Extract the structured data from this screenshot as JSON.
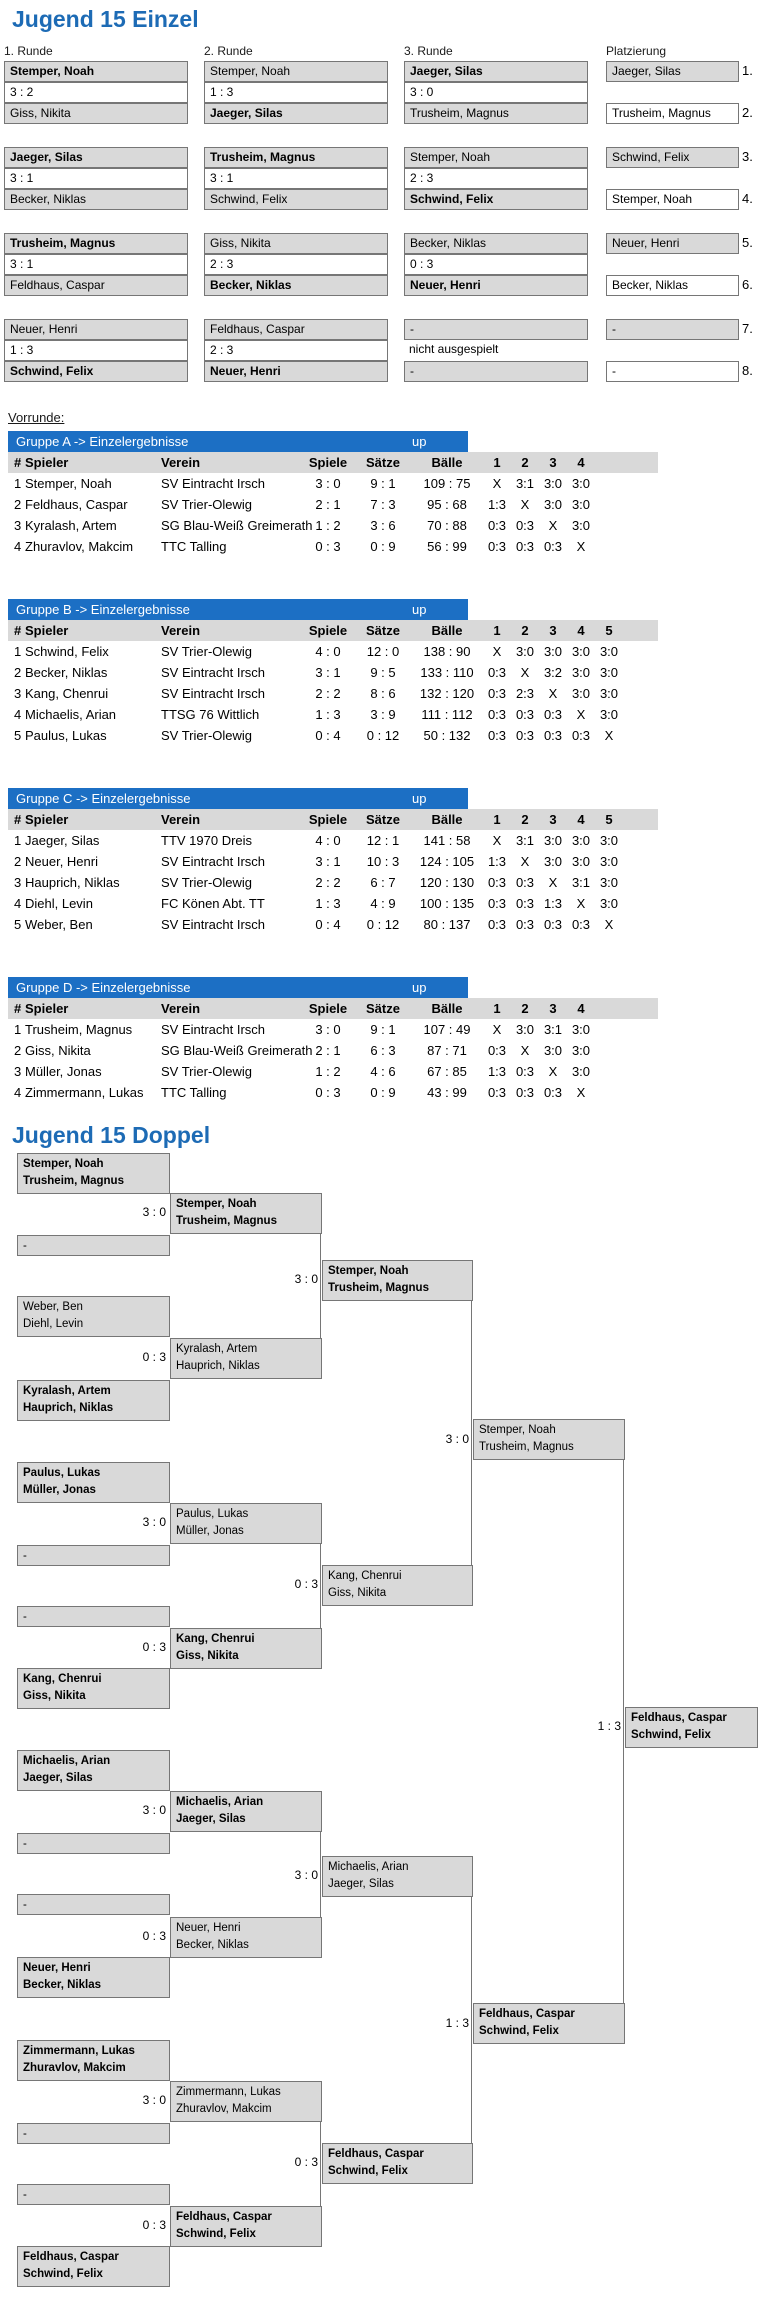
{
  "colors": {
    "accent_blue": "#1d6bb5",
    "bar_blue": "#1c6fc4",
    "box_gray": "#d9d9d9"
  },
  "einzel": {
    "title": "Jugend 15 Einzel",
    "cols": [
      "1. Runde",
      "2. Runde",
      "3. Runde",
      "Platzierung"
    ],
    "r1": [
      {
        "p1": "Stemper, Noah",
        "s": "3 : 2",
        "p2": "Giss, Nikita"
      },
      {
        "p1": "Jaeger, Silas",
        "s": "3 : 1",
        "p2": "Becker, Niklas"
      },
      {
        "p1": "Trusheim, Magnus",
        "s": "3 : 1",
        "p2": "Feldhaus, Caspar"
      },
      {
        "p1": "Neuer, Henri",
        "s": "1 : 3",
        "p2": "Schwind, Felix"
      }
    ],
    "r2": [
      {
        "p1": "Stemper, Noah",
        "s": "1 : 3",
        "p2": "Jaeger, Silas"
      },
      {
        "p1": "Trusheim, Magnus",
        "s": "3 : 1",
        "p2": "Schwind, Felix"
      },
      {
        "p1": "Giss, Nikita",
        "s": "2 : 3",
        "p2": "Becker, Niklas"
      },
      {
        "p1": "Feldhaus, Caspar",
        "s": "2 : 3",
        "p2": "Neuer, Henri"
      }
    ],
    "r3": [
      {
        "p1": "Jaeger, Silas",
        "s": "3 : 0",
        "p2": "Trusheim, Magnus"
      },
      {
        "p1": "Stemper, Noah",
        "s": "2 : 3",
        "p2": "Schwind, Felix"
      },
      {
        "p1": "Becker, Niklas",
        "s": "0 : 3",
        "p2": "Neuer, Henri"
      },
      {
        "p1": "-",
        "s": "nicht ausgespielt",
        "p2": "-"
      }
    ],
    "plz": [
      {
        "rank": "1.",
        "name": "Jaeger, Silas"
      },
      {
        "rank": "2.",
        "name": "Trusheim, Magnus"
      },
      {
        "rank": "3.",
        "name": "Schwind, Felix"
      },
      {
        "rank": "4.",
        "name": "Stemper, Noah"
      },
      {
        "rank": "5.",
        "name": "Neuer, Henri"
      },
      {
        "rank": "6.",
        "name": "Becker, Niklas"
      },
      {
        "rank": "7.",
        "name": "-"
      },
      {
        "rank": "8.",
        "name": "-"
      }
    ]
  },
  "vorrunde": {
    "heading": "Vorrunde:",
    "up": "up",
    "headers": {
      "num": "#",
      "player": "Spieler",
      "club": "Verein",
      "games": "Spiele",
      "sets": "Sätze",
      "balls": "Bälle"
    },
    "groups": [
      {
        "title": "Gruppe A -> Einzelergebnisse",
        "opp": [
          "1",
          "2",
          "3",
          "4"
        ],
        "rows": [
          {
            "num": "1",
            "player": "Stemper, Noah",
            "club": "SV Eintracht Irsch",
            "games": "3 : 0",
            "sets": "9 : 1",
            "balls": "109 : 75",
            "res": [
              "X",
              "3:1",
              "3:0",
              "3:0"
            ]
          },
          {
            "num": "2",
            "player": "Feldhaus, Caspar",
            "club": "SV Trier-Olewig",
            "games": "2 : 1",
            "sets": "7 : 3",
            "balls": "95 : 68",
            "res": [
              "1:3",
              "X",
              "3:0",
              "3:0"
            ]
          },
          {
            "num": "3",
            "player": "Kyralash, Artem",
            "club": "SG Blau-Weiß Greimerath",
            "games": "1 : 2",
            "sets": "3 : 6",
            "balls": "70 : 88",
            "res": [
              "0:3",
              "0:3",
              "X",
              "3:0"
            ]
          },
          {
            "num": "4",
            "player": "Zhuravlov, Makcim",
            "club": "TTC Talling",
            "games": "0 : 3",
            "sets": "0 : 9",
            "balls": "56 : 99",
            "res": [
              "0:3",
              "0:3",
              "0:3",
              "X"
            ]
          }
        ]
      },
      {
        "title": "Gruppe B -> Einzelergebnisse",
        "opp": [
          "1",
          "2",
          "3",
          "4",
          "5"
        ],
        "rows": [
          {
            "num": "1",
            "player": "Schwind, Felix",
            "club": "SV Trier-Olewig",
            "games": "4 : 0",
            "sets": "12 : 0",
            "balls": "138 : 90",
            "res": [
              "X",
              "3:0",
              "3:0",
              "3:0",
              "3:0"
            ]
          },
          {
            "num": "2",
            "player": "Becker, Niklas",
            "club": "SV Eintracht Irsch",
            "games": "3 : 1",
            "sets": "9 : 5",
            "balls": "133 : 110",
            "res": [
              "0:3",
              "X",
              "3:2",
              "3:0",
              "3:0"
            ]
          },
          {
            "num": "3",
            "player": "Kang, Chenrui",
            "club": "SV Eintracht Irsch",
            "games": "2 : 2",
            "sets": "8 : 6",
            "balls": "132 : 120",
            "res": [
              "0:3",
              "2:3",
              "X",
              "3:0",
              "3:0"
            ]
          },
          {
            "num": "4",
            "player": "Michaelis, Arian",
            "club": "TTSG 76 Wittlich",
            "games": "1 : 3",
            "sets": "3 : 9",
            "balls": "111 : 112",
            "res": [
              "0:3",
              "0:3",
              "0:3",
              "X",
              "3:0"
            ]
          },
          {
            "num": "5",
            "player": "Paulus, Lukas",
            "club": "SV Trier-Olewig",
            "games": "0 : 4",
            "sets": "0 : 12",
            "balls": "50 : 132",
            "res": [
              "0:3",
              "0:3",
              "0:3",
              "0:3",
              "X"
            ]
          }
        ]
      },
      {
        "title": "Gruppe C -> Einzelergebnisse",
        "opp": [
          "1",
          "2",
          "3",
          "4",
          "5"
        ],
        "rows": [
          {
            "num": "1",
            "player": "Jaeger, Silas",
            "club": "TTV 1970 Dreis",
            "games": "4 : 0",
            "sets": "12 : 1",
            "balls": "141 : 58",
            "res": [
              "X",
              "3:1",
              "3:0",
              "3:0",
              "3:0"
            ]
          },
          {
            "num": "2",
            "player": "Neuer, Henri",
            "club": "SV Eintracht Irsch",
            "games": "3 : 1",
            "sets": "10 : 3",
            "balls": "124 : 105",
            "res": [
              "1:3",
              "X",
              "3:0",
              "3:0",
              "3:0"
            ]
          },
          {
            "num": "3",
            "player": "Hauprich, Niklas",
            "club": "SV Trier-Olewig",
            "games": "2 : 2",
            "sets": "6 : 7",
            "balls": "120 : 130",
            "res": [
              "0:3",
              "0:3",
              "X",
              "3:1",
              "3:0"
            ]
          },
          {
            "num": "4",
            "player": "Diehl, Levin",
            "club": "FC Könen Abt. TT",
            "games": "1 : 3",
            "sets": "4 : 9",
            "balls": "100 : 135",
            "res": [
              "0:3",
              "0:3",
              "1:3",
              "X",
              "3:0"
            ]
          },
          {
            "num": "5",
            "player": "Weber, Ben",
            "club": "SV Eintracht Irsch",
            "games": "0 : 4",
            "sets": "0 : 12",
            "balls": "80 : 137",
            "res": [
              "0:3",
              "0:3",
              "0:3",
              "0:3",
              "X"
            ]
          }
        ]
      },
      {
        "title": "Gruppe D -> Einzelergebnisse",
        "opp": [
          "1",
          "2",
          "3",
          "4"
        ],
        "rows": [
          {
            "num": "1",
            "player": "Trusheim, Magnus",
            "club": "SV Eintracht Irsch",
            "games": "3 : 0",
            "sets": "9 : 1",
            "balls": "107 : 49",
            "res": [
              "X",
              "3:0",
              "3:1",
              "3:0"
            ]
          },
          {
            "num": "2",
            "player": "Giss, Nikita",
            "club": "SG Blau-Weiß Greimerath",
            "games": "2 : 1",
            "sets": "6 : 3",
            "balls": "87 : 71",
            "res": [
              "0:3",
              "X",
              "3:0",
              "3:0"
            ]
          },
          {
            "num": "3",
            "player": "Müller, Jonas",
            "club": "SV Trier-Olewig",
            "games": "1 : 2",
            "sets": "4 : 6",
            "balls": "67 : 85",
            "res": [
              "1:3",
              "0:3",
              "X",
              "3:0"
            ]
          },
          {
            "num": "4",
            "player": "Zimmermann, Lukas",
            "club": "TTC Talling",
            "games": "0 : 3",
            "sets": "0 : 9",
            "balls": "43 : 99",
            "res": [
              "0:3",
              "0:3",
              "0:3",
              "X"
            ]
          }
        ]
      }
    ]
  },
  "doppel": {
    "title": "Jugend 15 Doppel",
    "r1": [
      {
        "l1": "Stemper, Noah",
        "l2": "Trusheim, Magnus"
      },
      {
        "l1": "-"
      },
      {
        "l1": "Weber, Ben",
        "l2": "Diehl, Levin"
      },
      {
        "l1": "Kyralash, Artem",
        "l2": "Hauprich, Niklas"
      },
      {
        "l1": "Paulus, Lukas",
        "l2": "Müller, Jonas"
      },
      {
        "l1": "-"
      },
      {
        "l1": "-"
      },
      {
        "l1": "Kang, Chenrui",
        "l2": "Giss, Nikita"
      },
      {
        "l1": "Michaelis, Arian",
        "l2": "Jaeger, Silas"
      },
      {
        "l1": "-"
      },
      {
        "l1": "-"
      },
      {
        "l1": "Neuer, Henri",
        "l2": "Becker, Niklas"
      },
      {
        "l1": "Zimmermann, Lukas",
        "l2": "Zhuravlov, Makcim"
      },
      {
        "l1": "-"
      },
      {
        "l1": "-"
      },
      {
        "l1": "Feldhaus, Caspar",
        "l2": "Schwind, Felix"
      }
    ],
    "s1": [
      "3 : 0",
      "0 : 3",
      "3 : 0",
      "0 : 3",
      "3 : 0",
      "0 : 3",
      "3 : 0",
      "0 : 3"
    ],
    "r2": [
      {
        "l1": "Stemper, Noah",
        "l2": "Trusheim, Magnus"
      },
      {
        "l1": "Kyralash, Artem",
        "l2": "Hauprich, Niklas"
      },
      {
        "l1": "Paulus, Lukas",
        "l2": "Müller, Jonas"
      },
      {
        "l1": "Kang, Chenrui",
        "l2": "Giss, Nikita"
      },
      {
        "l1": "Michaelis, Arian",
        "l2": "Jaeger, Silas"
      },
      {
        "l1": "Neuer, Henri",
        "l2": "Becker, Niklas"
      },
      {
        "l1": "Zimmermann, Lukas",
        "l2": "Zhuravlov, Makcim"
      },
      {
        "l1": "Feldhaus, Caspar",
        "l2": "Schwind, Felix"
      }
    ],
    "s2": [
      "3 : 0",
      "0 : 3",
      "3 : 0",
      "0 : 3"
    ],
    "r3": [
      {
        "l1": "Stemper, Noah",
        "l2": "Trusheim, Magnus"
      },
      {
        "l1": "Kang, Chenrui",
        "l2": "Giss, Nikita"
      },
      {
        "l1": "Michaelis, Arian",
        "l2": "Jaeger, Silas"
      },
      {
        "l1": "Feldhaus, Caspar",
        "l2": "Schwind, Felix"
      }
    ],
    "s3": [
      "3 : 0",
      "1 : 3"
    ],
    "r4": [
      {
        "l1": "Stemper, Noah",
        "l2": "Trusheim, Magnus"
      },
      {
        "l1": "Feldhaus, Caspar",
        "l2": "Schwind, Felix"
      }
    ],
    "s4": [
      "1 : 3"
    ],
    "winner": {
      "l1": "Feldhaus, Caspar",
      "l2": "Schwind, Felix"
    }
  }
}
